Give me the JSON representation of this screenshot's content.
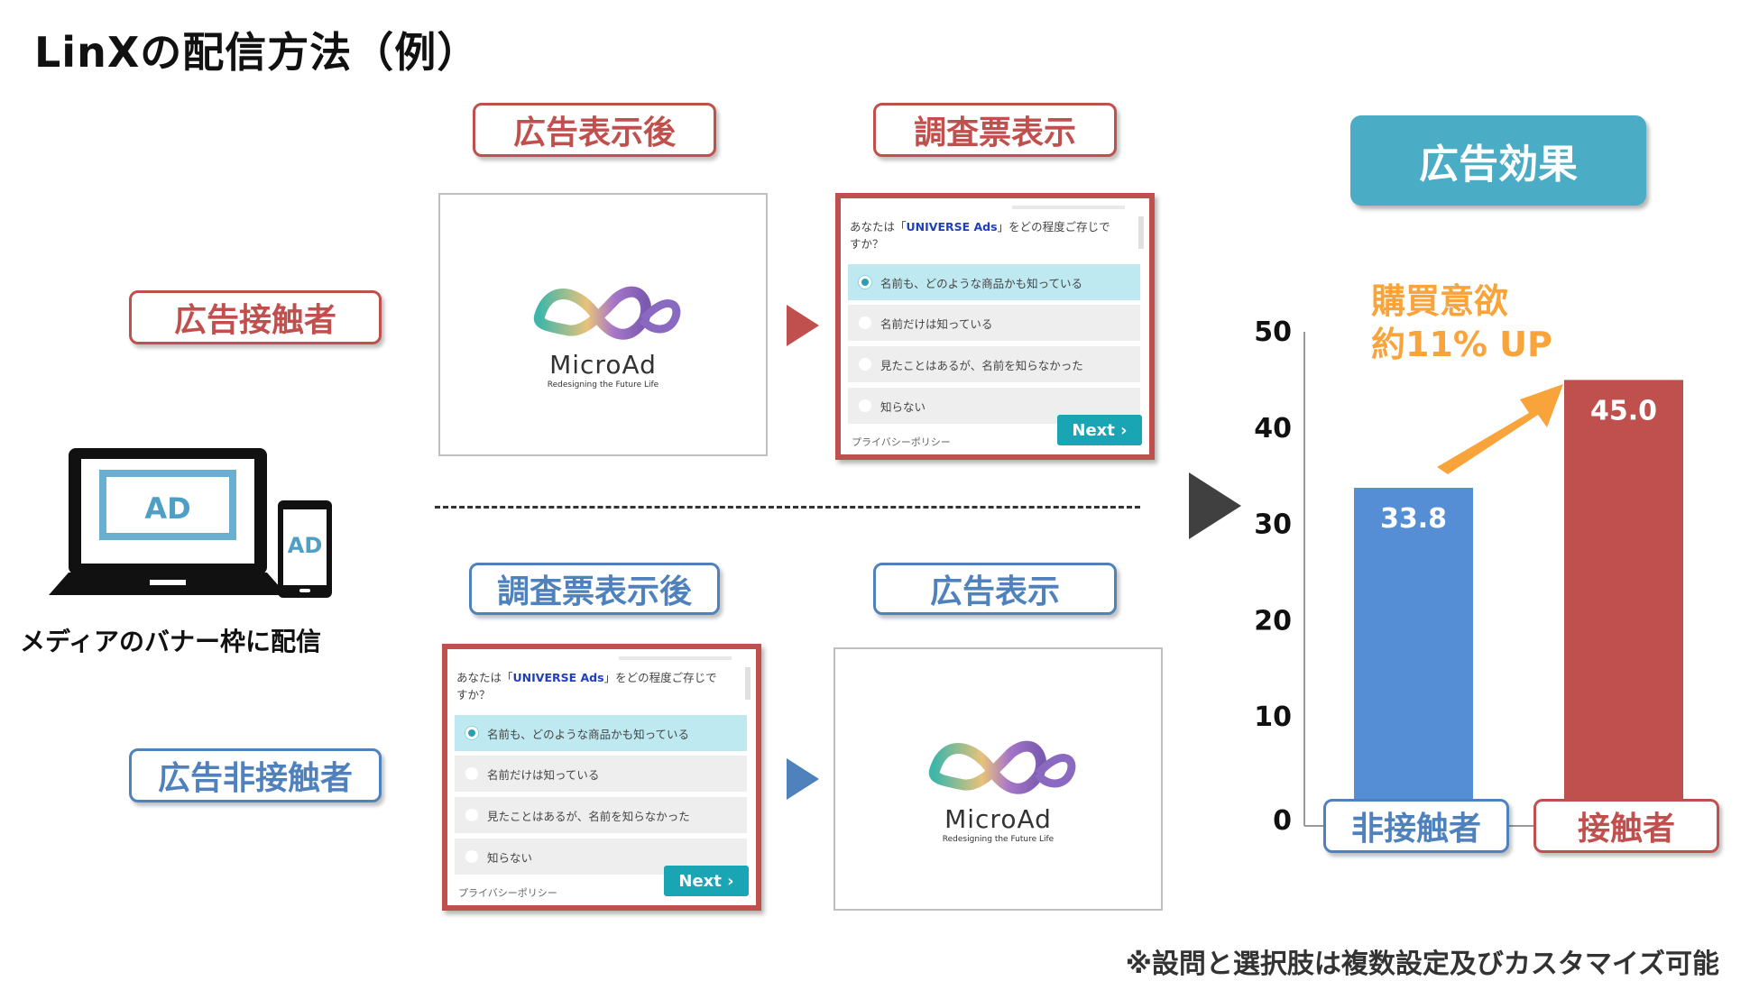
{
  "title": "LinXの配信方法（例）",
  "labels": {
    "after_ad": "広告表示後",
    "survey_display": "調査票表示",
    "after_survey": "調査票表示後",
    "ad_display": "広告表示",
    "exposed": "広告接触者",
    "non_exposed": "広告非接触者",
    "media_banner": "メディアのバナー枠に配信",
    "effect": "広告効果",
    "uplift_line1": "購買意欲",
    "uplift_line2": "約11% UP",
    "footnote": "※設問と選択肢は複数設定及びカスタマイズ可能"
  },
  "device": {
    "laptop_ad": "AD",
    "phone_ad": "AD"
  },
  "logo": {
    "name": "MicroAd",
    "tagline": "Redesigning the Future Life"
  },
  "survey": {
    "question_pre": "あなたは「",
    "brand": "UNIVERSE Ads",
    "question_post": "」をどの程度ご存じですか？",
    "options": [
      "名前も、どのような商品かも知っている",
      "名前だけは知っている",
      "見たことはあるが、名前を知らなかった",
      "知らない"
    ],
    "next_label": "Next",
    "privacy": "プライバシーポリシー"
  },
  "colors": {
    "red": "#c0504d",
    "blue": "#4f81bd",
    "teal": "#4bacc6",
    "orange": "#f9a33b",
    "bar_blue": "#558ed5"
  },
  "chart_data": {
    "type": "bar",
    "categories": [
      "非接触者",
      "接触者"
    ],
    "values": [
      33.8,
      45.0
    ],
    "value_labels": [
      "33.8",
      "45.0"
    ],
    "ylim": [
      0,
      50
    ],
    "yticks": [
      0,
      10,
      20,
      30,
      40,
      50
    ],
    "bar_colors": [
      "#558ed5",
      "#c0504d"
    ],
    "annotation": "購買意欲 約11% UP"
  }
}
